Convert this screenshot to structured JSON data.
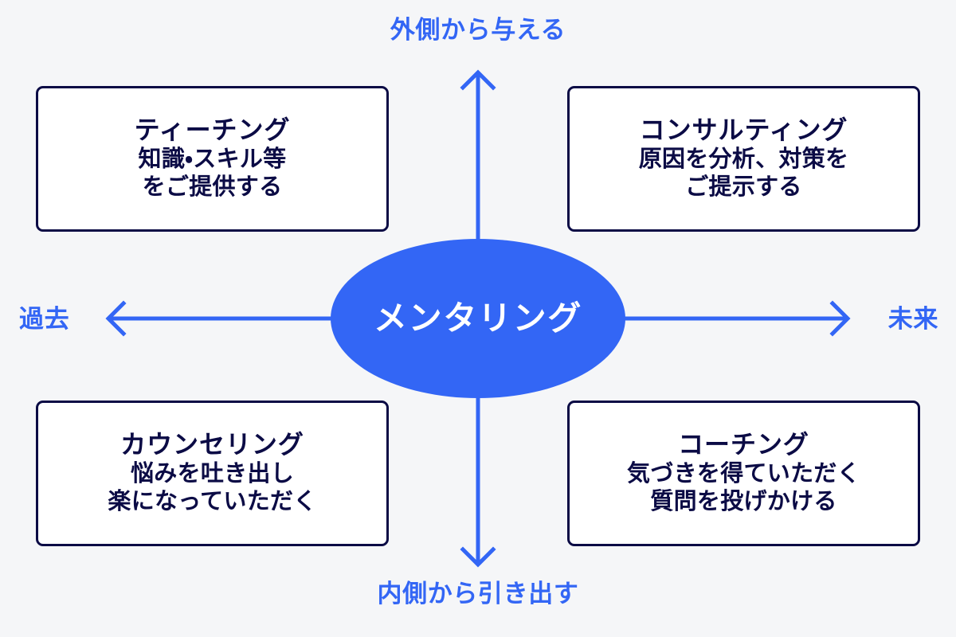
{
  "colors": {
    "background": "#f5f6f8",
    "accent_blue": "#3366f5",
    "box_border_navy": "#0b0b45",
    "box_fill": "#ffffff",
    "center_text": "#ffffff"
  },
  "center": {
    "label": "メンタリング",
    "shape": "ellipse"
  },
  "axes": {
    "vertical": {
      "top_label": "外側から与える",
      "bottom_label": "内側から引き出す"
    },
    "horizontal": {
      "left_label": "過去",
      "right_label": "未来"
    }
  },
  "quadrants": [
    {
      "id": "teaching",
      "position": "top-left",
      "title": "ティーチング",
      "description_lines": [
        "知識・スキル等",
        "をご提供する"
      ]
    },
    {
      "id": "consulting",
      "position": "top-right",
      "title": "コンサルティング",
      "description_lines": [
        "原因を分析、対策を",
        "ご提示する"
      ]
    },
    {
      "id": "counseling",
      "position": "bottom-left",
      "title": "カウンセリング",
      "description_lines": [
        "悩みを吐き出し",
        "楽になっていただく"
      ]
    },
    {
      "id": "coaching",
      "position": "bottom-right",
      "title": "コーチング",
      "description_lines": [
        "気づきを得ていただく",
        "質問を投げかける"
      ]
    }
  ]
}
